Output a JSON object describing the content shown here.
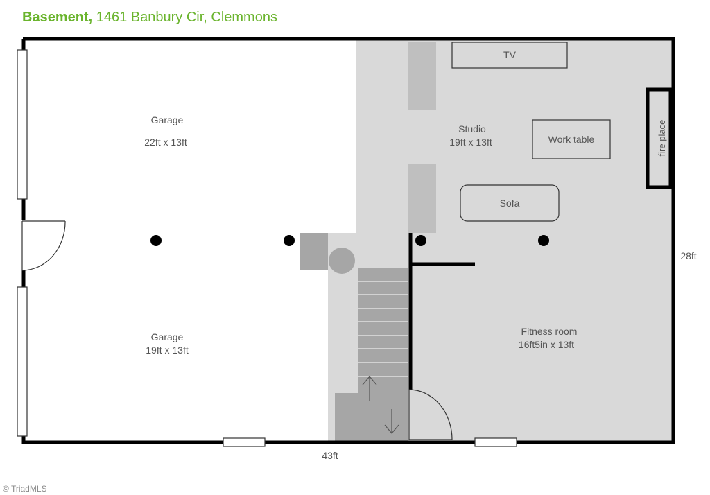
{
  "header": {
    "level": "Basement,",
    "address": "1461 Banbury Cir, Clemmons"
  },
  "rooms": {
    "garage_top": {
      "name": "Garage",
      "size": "22ft x 13ft"
    },
    "garage_bottom": {
      "name": "Garage",
      "size": "19ft  x 13ft"
    },
    "studio": {
      "name": "Studio",
      "size": "19ft  x 13ft"
    },
    "fitness": {
      "name": "Fitness room",
      "size": "16ft5in x 13ft"
    }
  },
  "fixtures": {
    "tv": "TV",
    "work_table": "Work table",
    "sofa": "Sofa",
    "fire_place": "fire place"
  },
  "dimensions": {
    "width": "43ft",
    "depth": "28ft"
  },
  "footer": {
    "copyright": "© TriadMLS"
  },
  "colors": {
    "title": "#6ab42d",
    "shaded_floor": "#d9d9d9",
    "wall": "#000000",
    "stair": "#a6a6a6"
  }
}
